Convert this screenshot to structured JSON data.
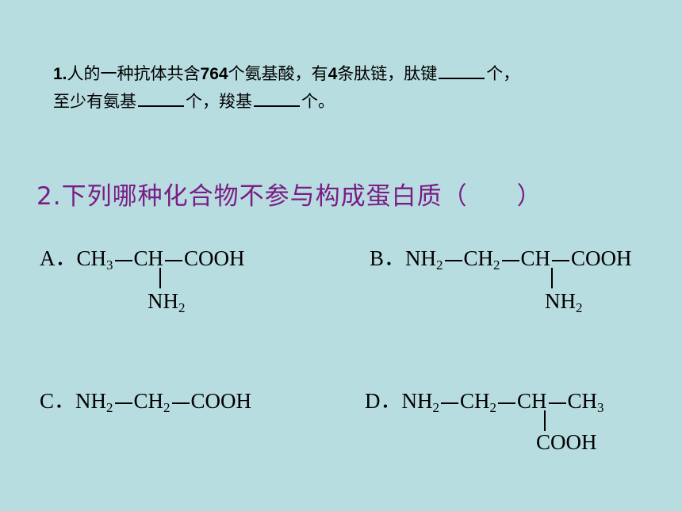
{
  "q1": {
    "num": "1.",
    "t1": "人的一种抗体共含",
    "n764": "764",
    "t2": "个氨基酸，有",
    "n4": "4",
    "t3": "条肽链，肽键",
    "t4": "个，",
    "t5": "至少有氨基",
    "t6": "个，羧基",
    "t7": "个。"
  },
  "q2": {
    "text": "2.下列哪种化合物不参与构成蛋白质（",
    "close": "）"
  },
  "options": {
    "A": {
      "label": "A．",
      "ch3": "CH",
      "ch3_sub": "3",
      "ch": "CH",
      "cooh": "COOH",
      "nh2": "NH",
      "nh2_sub": "2"
    },
    "B": {
      "label": "B．",
      "nh2a": "NH",
      "nh2a_sub": "2",
      "ch2": "CH",
      "ch2_sub": "2",
      "ch": "CH",
      "cooh": "COOH",
      "nh2b": "NH",
      "nh2b_sub": "2"
    },
    "C": {
      "label": "C．",
      "nh2": "NH",
      "nh2_sub": "2",
      "ch2": "CH",
      "ch2_sub": "2",
      "cooh": "COOH"
    },
    "D": {
      "label": "D．",
      "nh2": "NH",
      "nh2_sub": "2",
      "ch2": "CH",
      "ch2_sub": "2",
      "ch": "CH",
      "ch3": "CH",
      "ch3_sub": "3",
      "cooh": "COOH"
    }
  }
}
